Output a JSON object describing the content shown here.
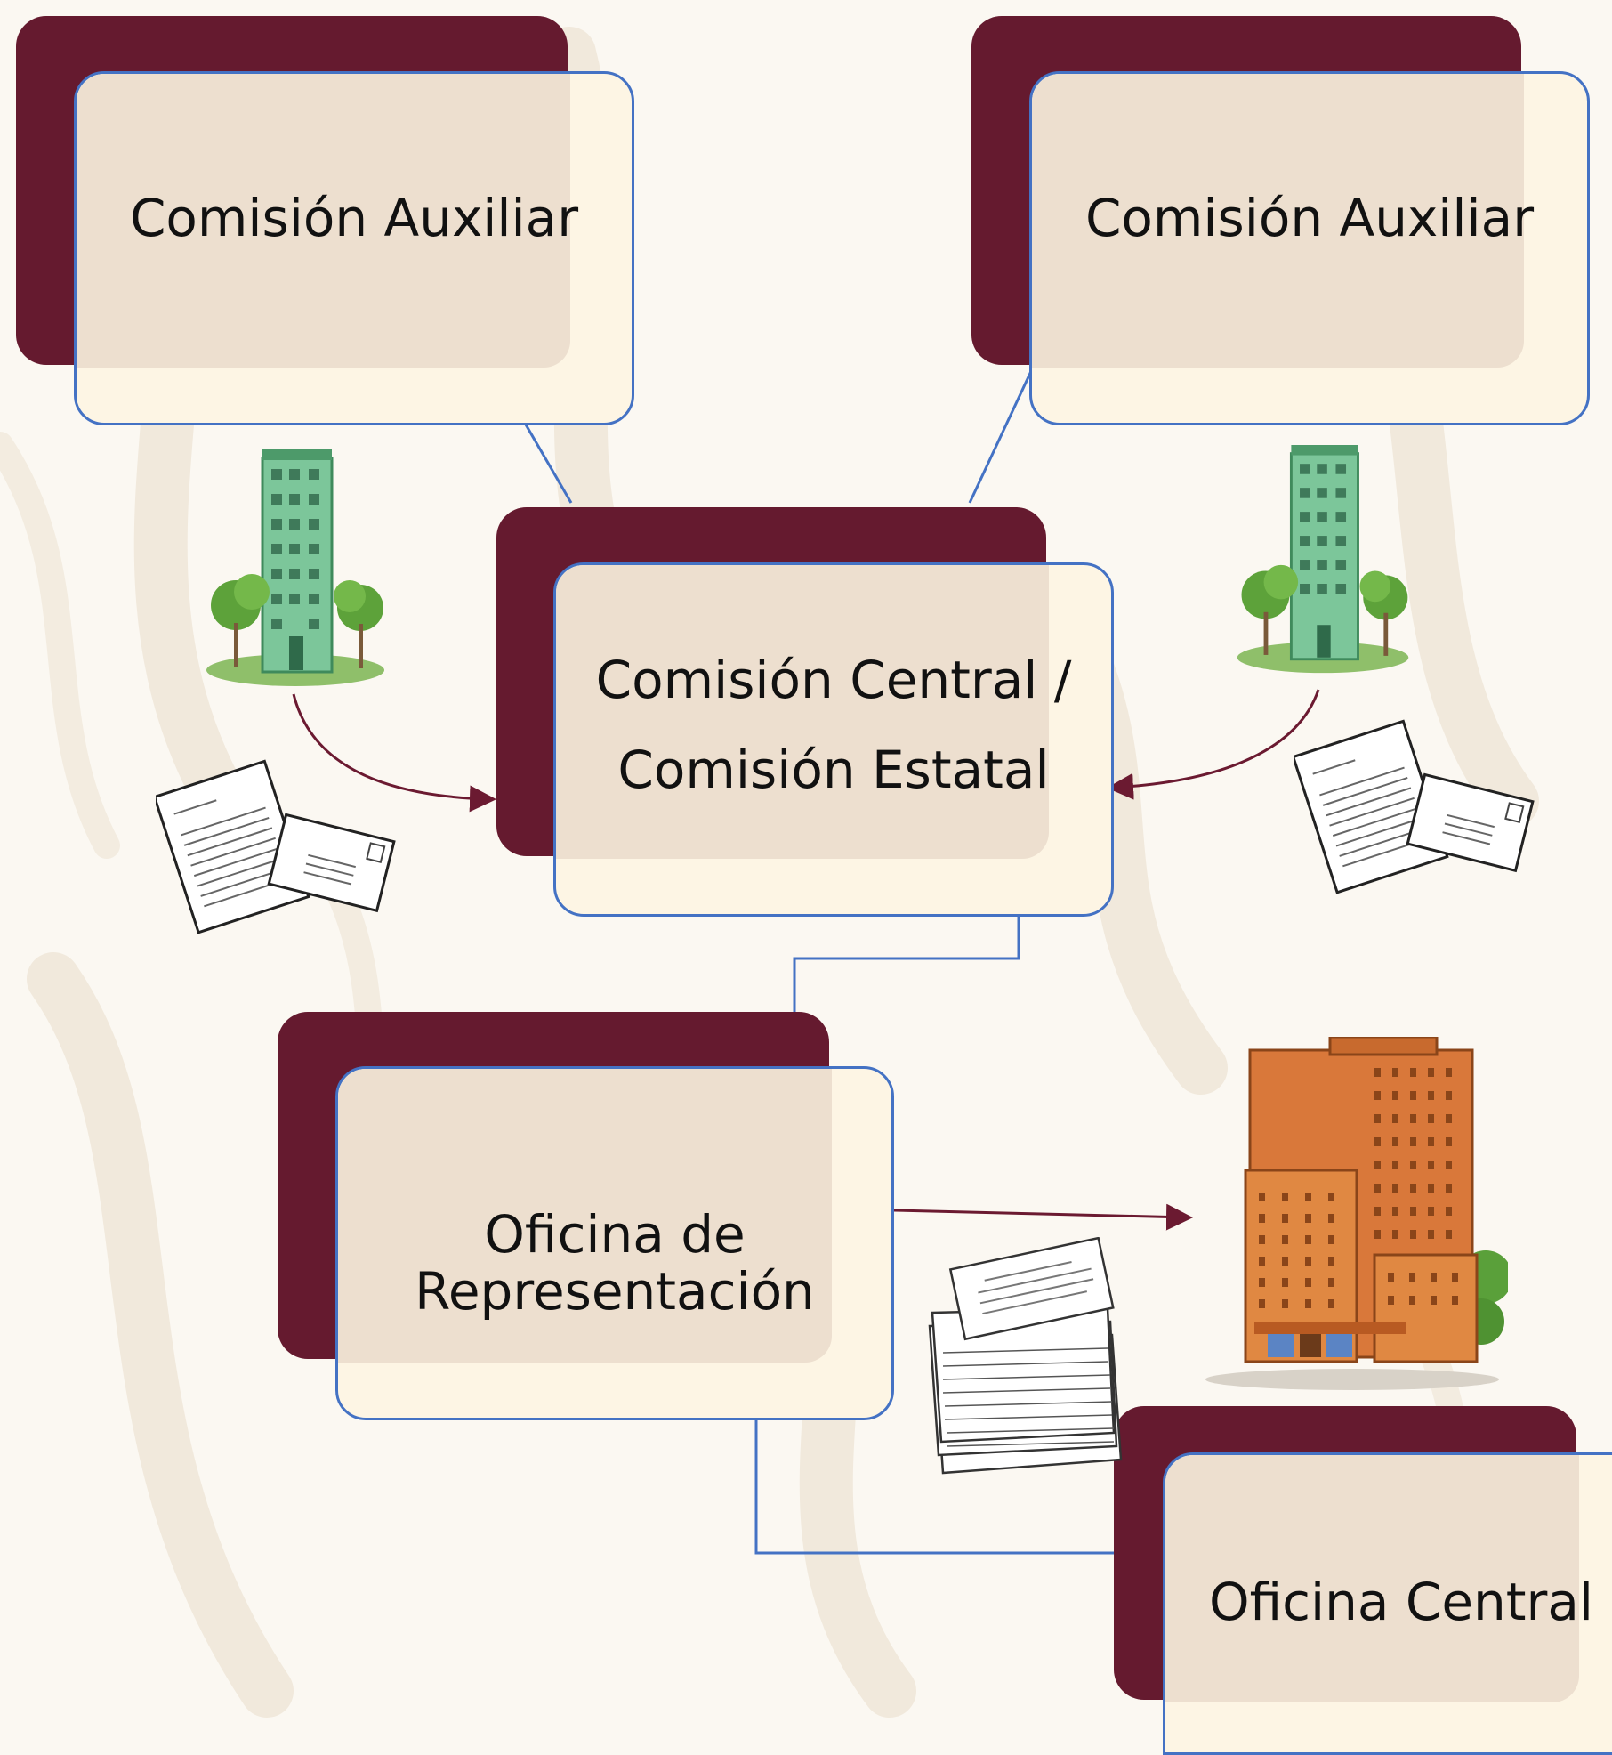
{
  "colors": {
    "background": "#fbf8f2",
    "back_panel": "#651a2f",
    "front_panel": "#fdf5e4",
    "overlap_panel": "#eddfcf",
    "border": "#4472c4",
    "arrow": "#6b1a31"
  },
  "nodes": {
    "aux_left": {
      "label": "Comisión Auxiliar"
    },
    "aux_right": {
      "label": "Comisión Auxiliar"
    },
    "central": {
      "label": "Comisión Central /\nComisión Estatal"
    },
    "representacion": {
      "label": "Oficina de\nRepresentación"
    },
    "oficina_central": {
      "label": "Oficina Central"
    }
  },
  "icons": [
    "green-building-icon",
    "letters-icon",
    "document-stack-icon",
    "orange-office-building-icon"
  ]
}
